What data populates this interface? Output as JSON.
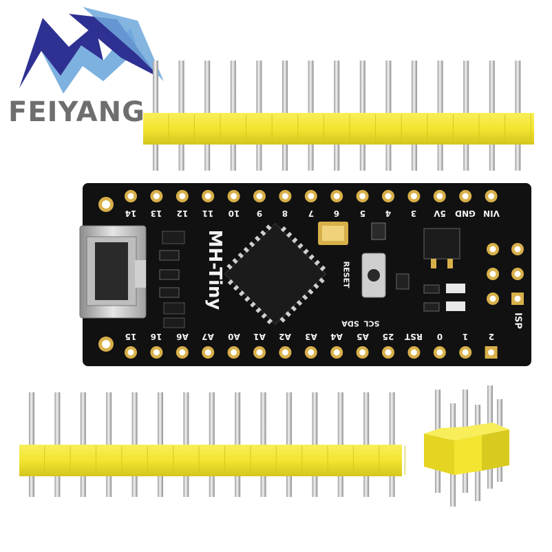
{
  "logo": {
    "brand": "FEIYANG",
    "colors": {
      "blue": "#2e3192",
      "light_blue": "#6fa8dc",
      "gray": "#6e6e6e"
    }
  },
  "board": {
    "title": "MH-Tiny",
    "reset_label": "RESET",
    "isp_label": "ISP",
    "scl_label": "SCL",
    "sda_label": "SDA",
    "top_pins": [
      "14",
      "13",
      "12",
      "11",
      "10",
      "9",
      "8",
      "7",
      "6",
      "5",
      "4",
      "3",
      "5V",
      "GND",
      "VIN"
    ],
    "bottom_pins": [
      "15",
      "16",
      "A6",
      "A7",
      "A0",
      "A1",
      "A2",
      "A3",
      "A4",
      "A5",
      "25",
      "RST",
      "0",
      "1",
      "2"
    ],
    "colors": {
      "pcb": "#111111",
      "pad": "#d8b04a",
      "silk": "#f2f2f2"
    }
  },
  "headers": {
    "top_strip_pins": 15,
    "bottom_strip_pins": 15,
    "isp_header_pins": 6,
    "colors": {
      "plastic": "#f3e530",
      "pin": "#c8c8c8"
    }
  }
}
